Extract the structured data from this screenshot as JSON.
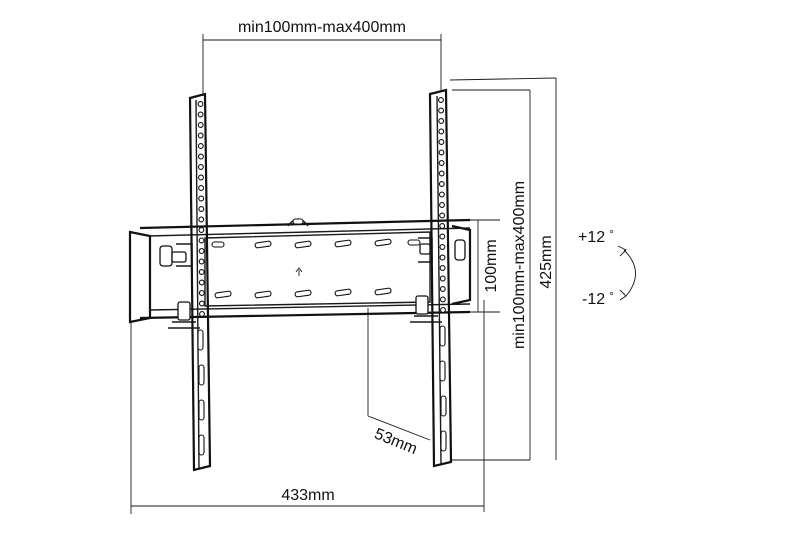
{
  "dimensions": {
    "top_width": "min100mm-max400mm",
    "right_height": "min100mm-max400mm",
    "total_height": "425mm",
    "inner_height": "100mm",
    "depth": "53mm",
    "total_width": "433mm"
  },
  "tilt": {
    "up": "+12",
    "down": "-12",
    "degree_symbol": "°"
  },
  "colors": {
    "line": "#1a1a1a",
    "background": "#ffffff"
  }
}
